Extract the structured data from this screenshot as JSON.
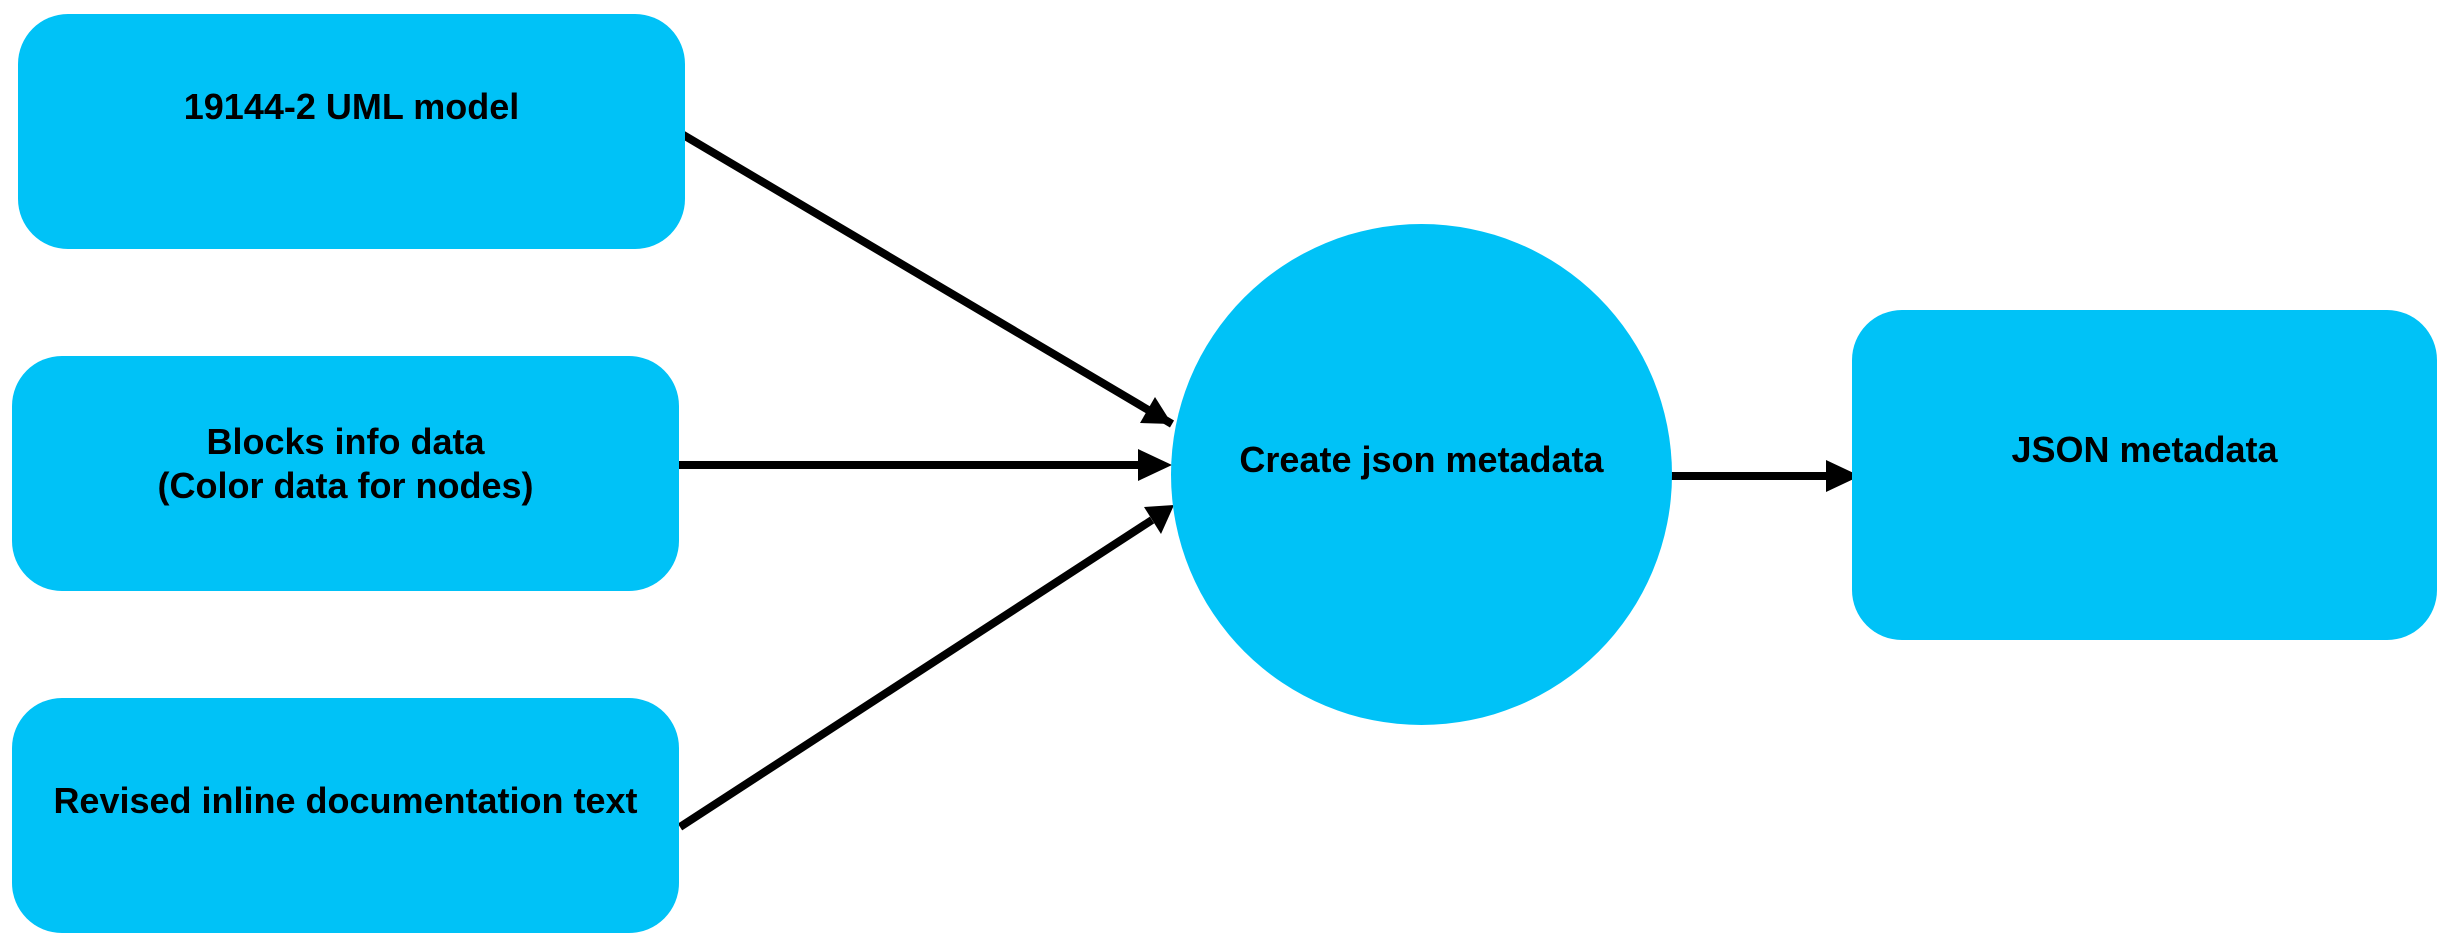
{
  "theme": {
    "node_fill": "#00C2F7",
    "edge_color": "#000000"
  },
  "nodes": {
    "uml_model": {
      "label": "19144-2 UML model"
    },
    "blocks_info": {
      "label": "Blocks info data\n(Color data for nodes)"
    },
    "inline_doc": {
      "label": "Revised inline documentation text"
    },
    "process": {
      "label": "Create json metadata"
    },
    "json_output": {
      "label": "JSON metadata"
    }
  },
  "edges": [
    {
      "from": "19144-2 UML model",
      "to": "Create json metadata"
    },
    {
      "from": "Blocks info data",
      "to": "Create json metadata"
    },
    {
      "from": "Revised inline documentation text",
      "to": "Create json metadata"
    },
    {
      "from": "Create json metadata",
      "to": "JSON metadata"
    }
  ]
}
